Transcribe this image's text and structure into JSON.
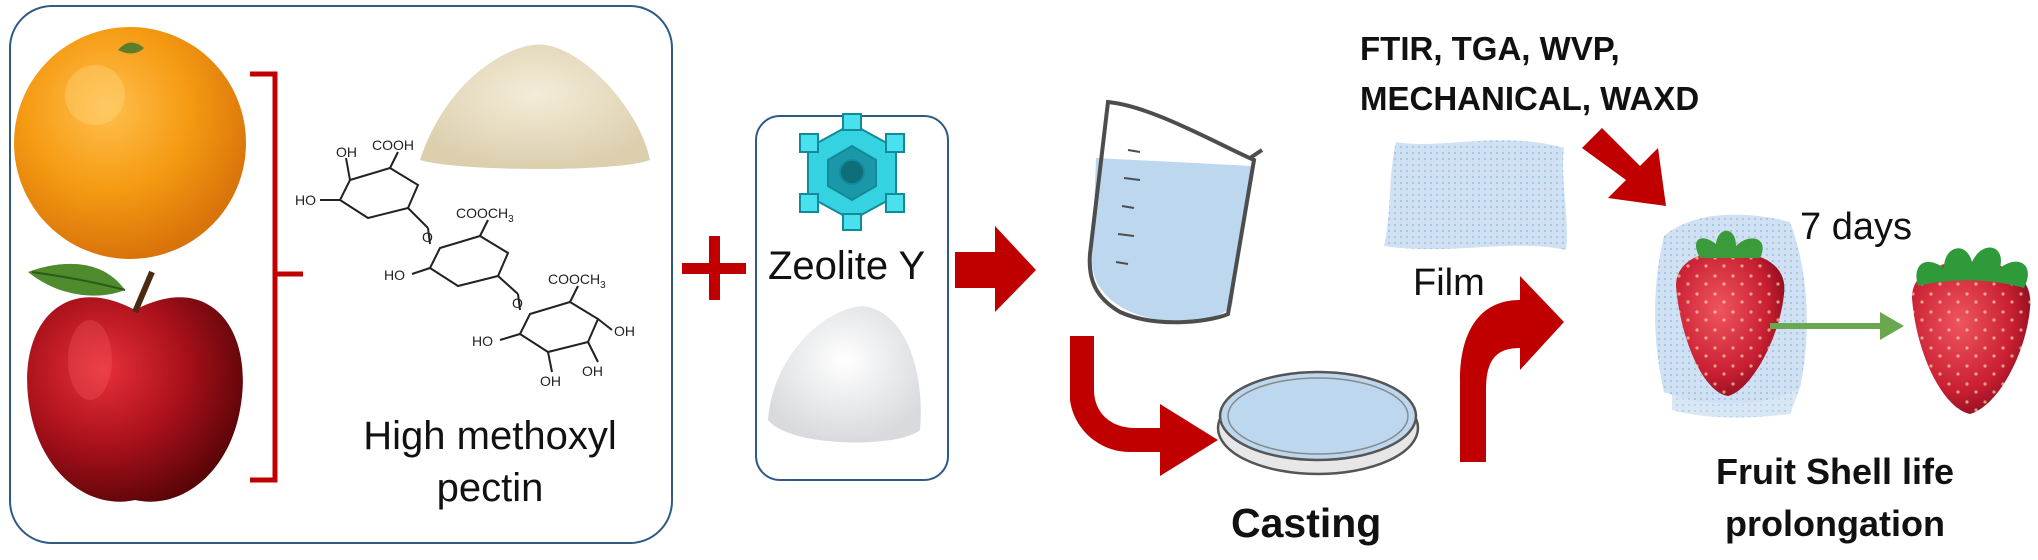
{
  "labels": {
    "pectin": "High methoxyl pectin",
    "zeolite": "Zeolite Y",
    "tests_line1": "FTIR, TGA,  WVP,",
    "tests_line2": "MECHANICAL,  WAXD",
    "film": "Film",
    "casting": "Casting",
    "days": "7 days",
    "fruit": "Fruit Shell life prolongation"
  },
  "chemical_labels": {
    "oh": "OH",
    "ho": "HO",
    "cooh": "COOH",
    "cooch3": "COOCH",
    "sub3": "3",
    "o": "O"
  },
  "colors": {
    "box_border": "#2f5a86",
    "dark_red": "#c00000",
    "bracket_red": "#c00000",
    "green_arrow": "#6aa84f",
    "film_blue": "#c6dcf2",
    "water_blue": "#bdd7ee",
    "zeolite_cyan": "#30d0e0"
  },
  "icons": [
    "orange-icon",
    "apple-icon",
    "pectin-powder-icon",
    "pectin-molecule-icon",
    "zeolite-structure-icon",
    "zeolite-powder-icon",
    "beaker-icon",
    "petri-dish-icon",
    "film-sheet-icon",
    "coated-strawberry-icon",
    "strawberry-icon"
  ]
}
